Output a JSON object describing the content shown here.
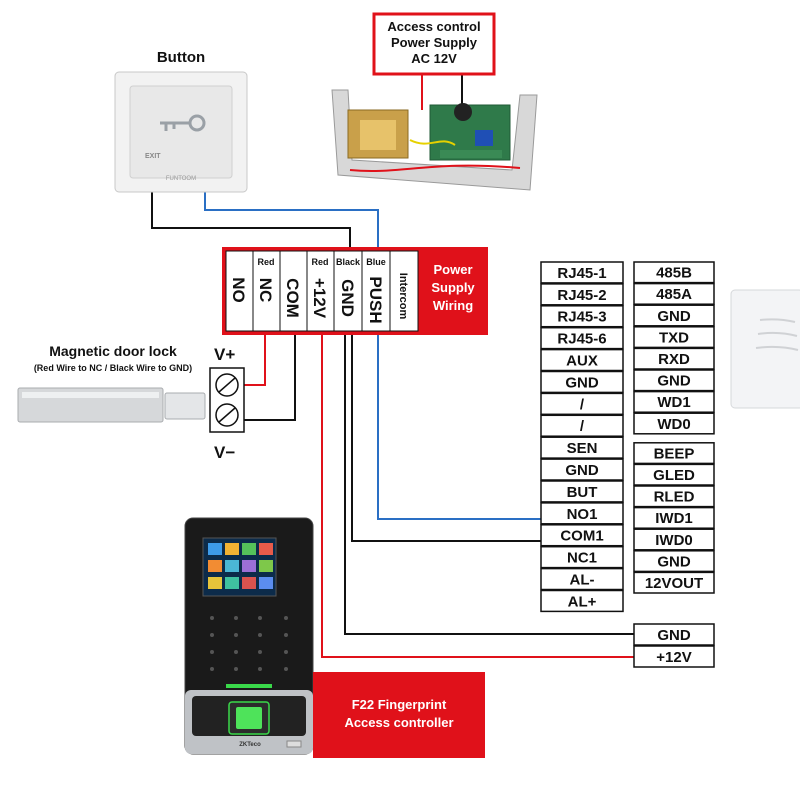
{
  "colors": {
    "red": "#e0111a",
    "blue": "#2a6fc4",
    "black": "#111111"
  },
  "psu": {
    "title_lines": [
      "Access control",
      "Power Supply",
      "AC 12V"
    ]
  },
  "button": {
    "title": "Button",
    "exit_text": "EXIT",
    "brand": "FUNTOOM"
  },
  "terminal": {
    "pins": [
      "NO",
      "NC",
      "COM",
      "+12V",
      "GND",
      "PUSH",
      "Intercom"
    ],
    "wire_labels": [
      "",
      "Red",
      "",
      "Red",
      "Black",
      "Blue",
      ""
    ]
  },
  "psu_wiring_label": [
    "Power",
    "Supply",
    "Wiring"
  ],
  "lock": {
    "title": "Magnetic door lock",
    "note": "(Red Wire to NC / Black Wire to GND)",
    "v_plus": "V+",
    "v_minus": "V−"
  },
  "left_column": [
    "RJ45-1",
    "RJ45-2",
    "RJ45-3",
    "RJ45-6",
    "AUX",
    "GND",
    "/",
    "/",
    "SEN",
    "GND",
    "BUT",
    "NO1",
    "COM1",
    "NC1",
    "AL-",
    "AL+"
  ],
  "right_column": [
    "485B",
    "485A",
    "GND",
    "TXD",
    "RXD",
    "GND",
    "WD1",
    "WD0",
    "BEEP",
    "GLED",
    "RLED",
    "IWD1",
    "IWD0",
    "GND",
    "12VOUT"
  ],
  "power_in": [
    "GND",
    "+12V"
  ],
  "controller": {
    "label_lines": [
      "F22 Fingerprint",
      "Access controller"
    ],
    "brand": "ZKTeco"
  }
}
